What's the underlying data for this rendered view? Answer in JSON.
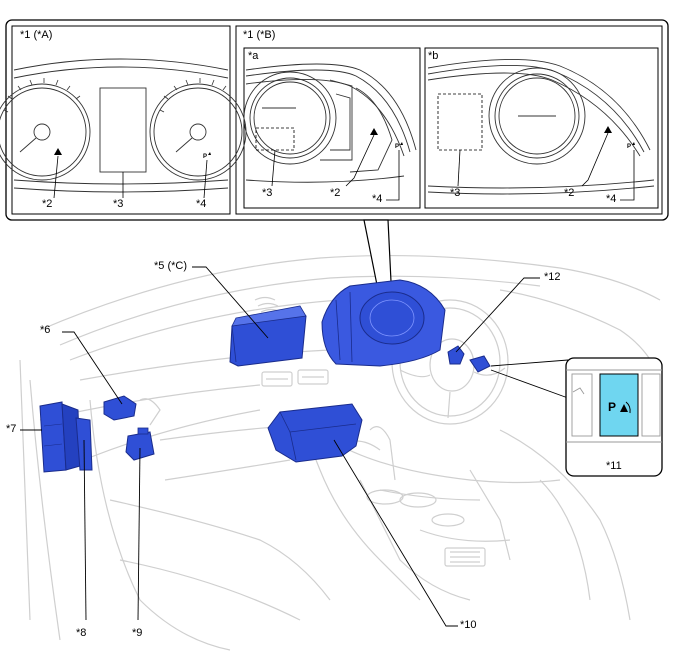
{
  "callouts": {
    "panel_a": "*1 (*A)",
    "panel_b": "*1 (*B)",
    "sub_a": "*a",
    "sub_b": "*b",
    "c2": "*2",
    "c3": "*3",
    "c4": "*4",
    "c5": "*5 (*C)",
    "c6": "*6",
    "c7": "*7",
    "c8": "*8",
    "c9": "*9",
    "c10": "*10",
    "c11": "*11",
    "c12": "*12"
  },
  "switch_text": "P",
  "colors": {
    "component_blue": "#2f4fd6",
    "component_dark": "#1a2c8c",
    "switch_cyan": "#6fd6f0",
    "line_gray": "#c8c8c8"
  }
}
